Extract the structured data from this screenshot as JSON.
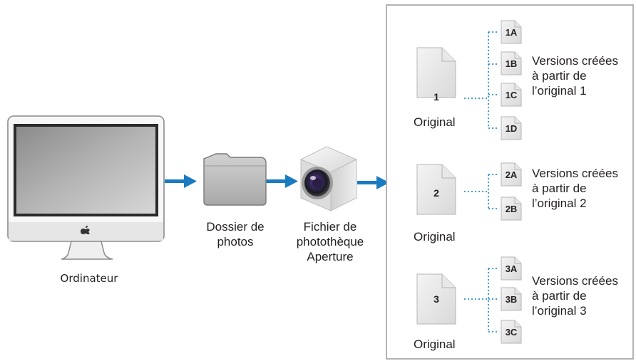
{
  "computer": {
    "label": "Ordinateur",
    "icon": "imac-icon"
  },
  "folder": {
    "label_line1": "Dossier de",
    "label_line2": "photos",
    "icon": "folder-icon"
  },
  "library": {
    "label_line1": "Fichier de",
    "label_line2": "photothèque",
    "label_line3": "Aperture",
    "icon": "aperture-library-icon"
  },
  "originals": [
    {
      "number": "1",
      "label": "Original",
      "versions": [
        "1A",
        "1B",
        "1C",
        "1D"
      ],
      "caption_line1": "Versions créées",
      "caption_line2": "à partir de",
      "caption_line3": "l’original 1"
    },
    {
      "number": "2",
      "label": "Original",
      "versions": [
        "2A",
        "2B"
      ],
      "caption_line1": "Versions créées",
      "caption_line2": "à partir de",
      "caption_line3": "l’original 2"
    },
    {
      "number": "3",
      "label": "Original",
      "versions": [
        "3A",
        "3B",
        "3C"
      ],
      "caption_line1": "Versions créées",
      "caption_line2": "à partir de",
      "caption_line3": "l’original 3"
    }
  ],
  "colors": {
    "arrow": "#1a7bc1",
    "dotted": "#2a8fd0",
    "panel_border": "#9b9b9b"
  }
}
